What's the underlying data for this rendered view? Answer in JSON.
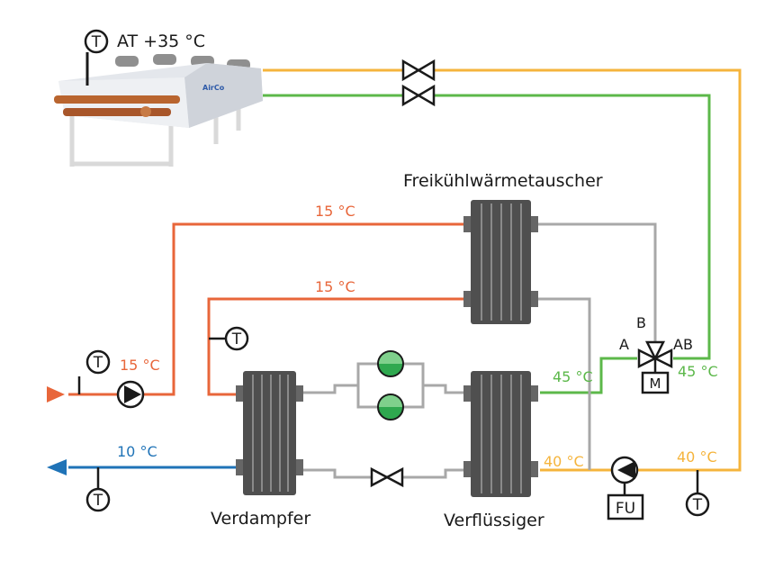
{
  "colors": {
    "hot_water": "#f5b43c",
    "green_line": "#5cb84a",
    "red_line": "#e8663a",
    "blue_line": "#1f73b7",
    "grey_line": "#a8a8a8",
    "symbol_stroke": "#1a1a1a",
    "hx_fill": "#4f4f4f",
    "pump_green": "#2fa84f"
  },
  "labels": {
    "ambient_temp": "AT +35 °C",
    "drycooler_brand": "AirCo",
    "freecooling_hx": "Freikühlwärmetauscher",
    "evaporator": "Verdampfer",
    "condenser": "Verflüssiger",
    "vfd": "FU",
    "motor": "M",
    "valve_a": "A",
    "valve_b": "B",
    "valve_ab": "AB",
    "temp_symbol": "T"
  },
  "temperatures": {
    "red_top": "15 °C",
    "red_mid": "15 °C",
    "inlet": "15 °C",
    "outlet": "10 °C",
    "condenser_out": "45 °C",
    "green_return": "45 °C",
    "condenser_in": "40 °C",
    "hot_supply": "40 °C"
  }
}
